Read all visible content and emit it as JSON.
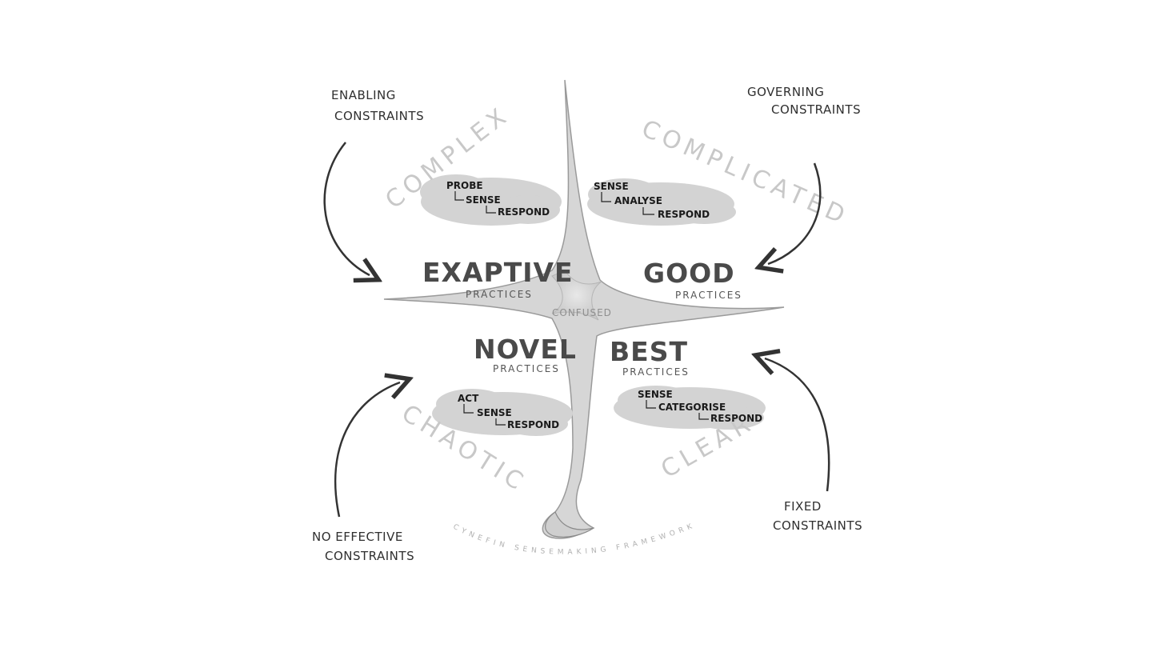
{
  "domains": {
    "complex": "COMPLEX",
    "complicated": "COMPLICATED",
    "chaotic": "CHAOTIC",
    "clear": "CLEAR",
    "confused": "CONFUSED"
  },
  "practices": {
    "exaptive": {
      "title": "EXAPTIVE",
      "sub": "PRACTICES"
    },
    "good": {
      "title": "GOOD",
      "sub": "PRACTICES"
    },
    "novel": {
      "title": "NOVEL",
      "sub": "PRACTICES"
    },
    "best": {
      "title": "BEST",
      "sub": "PRACTICES"
    }
  },
  "clouds": {
    "complex": [
      "PROBE",
      "SENSE",
      "RESPOND"
    ],
    "complicated": [
      "SENSE",
      "ANALYSE",
      "RESPOND"
    ],
    "chaotic": [
      "ACT",
      "SENSE",
      "RESPOND"
    ],
    "clear": [
      "SENSE",
      "CATEGORISE",
      "RESPOND"
    ]
  },
  "constraints": {
    "enabling": [
      "ENABLING",
      "CONSTRAINTS"
    ],
    "governing": [
      "GOVERNING",
      "CONSTRAINTS"
    ],
    "no_effective": [
      "NO EFFECTIVE",
      "CONSTRAINTS"
    ],
    "fixed": [
      "FIXED",
      "CONSTRAINTS"
    ]
  },
  "footer": "CYNEFIN SENSEMAKING FRAMEWORK"
}
